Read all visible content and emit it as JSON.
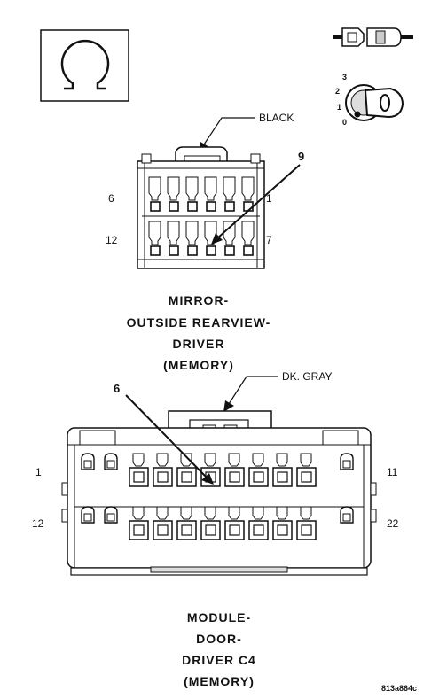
{
  "icons": {
    "ohm": "ohmmeter-symbol-icon",
    "disconnect": "connector-disconnect-icon",
    "ignition": "ignition-key-icon"
  },
  "ignition_positions": [
    "3",
    "2",
    "1",
    "0"
  ],
  "connector1": {
    "color_label": "BLACK",
    "callout_pin": "9",
    "pin_left_top": "6",
    "pin_right_top": "1",
    "pin_left_bottom": "12",
    "pin_right_bottom": "7",
    "caption": [
      "MIRROR-",
      "OUTSIDE REARVIEW-",
      "DRIVER",
      "(MEMORY)"
    ]
  },
  "connector2": {
    "color_label": "DK. GRAY",
    "callout_pin": "6",
    "pin_left_top": "1",
    "pin_right_top": "11",
    "pin_left_bottom": "12",
    "pin_right_bottom": "22",
    "caption": [
      "MODULE-",
      "DOOR-",
      "DRIVER C4",
      "(MEMORY)"
    ]
  },
  "reference_code": "813a864c"
}
